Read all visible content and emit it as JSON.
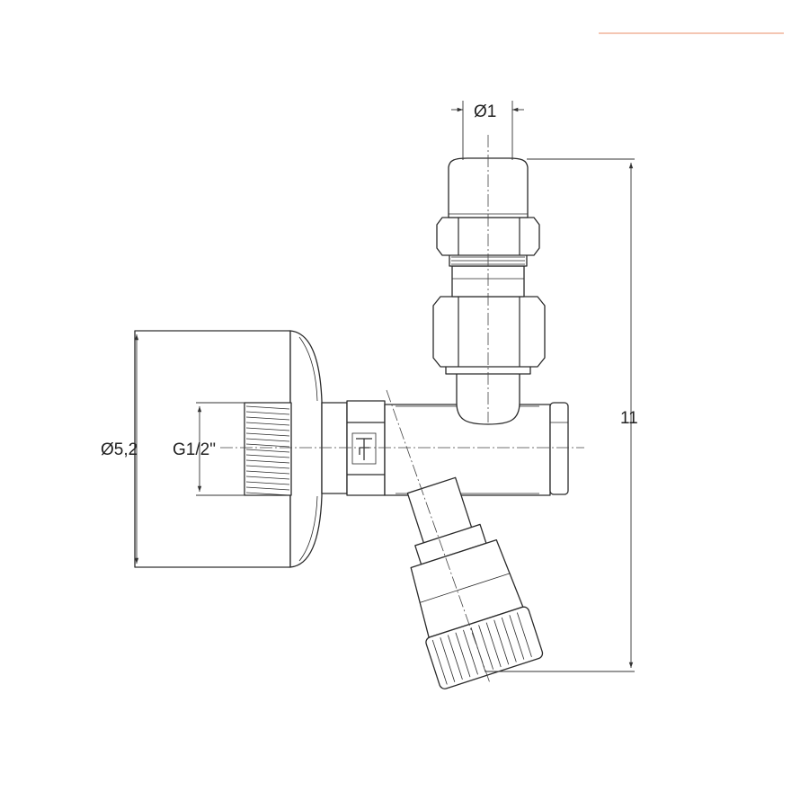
{
  "labels": {
    "outer_diameter": "Ø5,2",
    "thread": "G1/2\"",
    "pipe_diameter": "Ø1",
    "height": "11"
  },
  "colors": {
    "accent_line": "#f0b49a",
    "stroke": "#2a2a2a"
  }
}
